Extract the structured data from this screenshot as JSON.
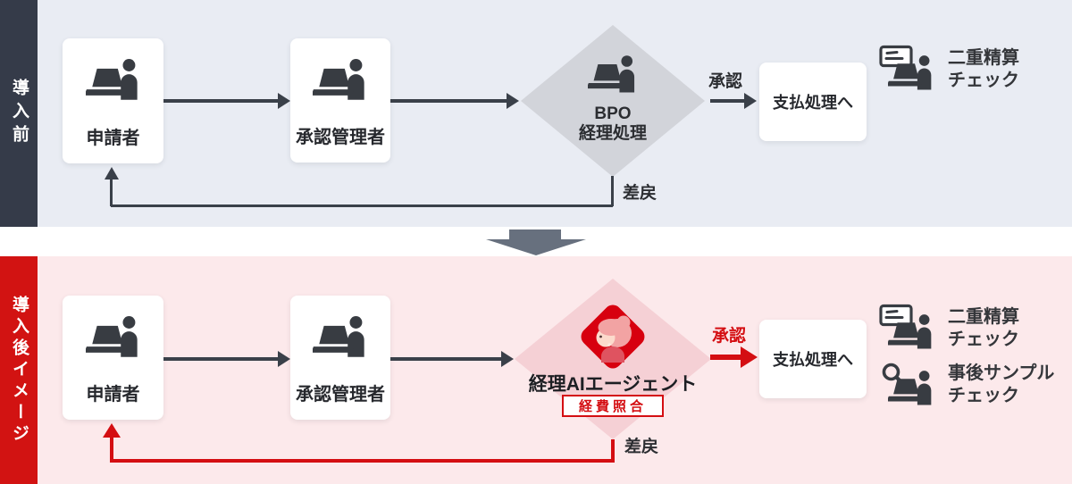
{
  "colors": {
    "sidebar_navy": "#353b49",
    "sidebar_red": "#d21312",
    "accent_red": "#d40e12",
    "band_before_bg": "#e9ecf3",
    "band_after_bg": "#fce9eb",
    "diamond_gray": "#d2d4da",
    "diamond_pink": "#f5d0d5",
    "ink": "#26282d"
  },
  "before": {
    "sidebar_label": "導入前",
    "applicant_label": "申請者",
    "approver_label": "承認管理者",
    "diamond_line1": "BPO",
    "diamond_line2": "経理処理",
    "approve_label": "承認",
    "payment_label": "支払処理へ",
    "sendback_label": "差戻",
    "check1_line1": "二重精算",
    "check1_line2": "チェック"
  },
  "after": {
    "sidebar_label": "導入後イメージ",
    "applicant_label": "申請者",
    "approver_label": "承認管理者",
    "diamond_title": "経理AIエージェント",
    "diamond_badge": "経費照合",
    "approve_label": "承認",
    "payment_label": "支払処理へ",
    "sendback_label": "差戻",
    "check1_line1": "二重精算",
    "check1_line2": "チェック",
    "check2_line1": "事後サンプル",
    "check2_line2": "チェック"
  }
}
